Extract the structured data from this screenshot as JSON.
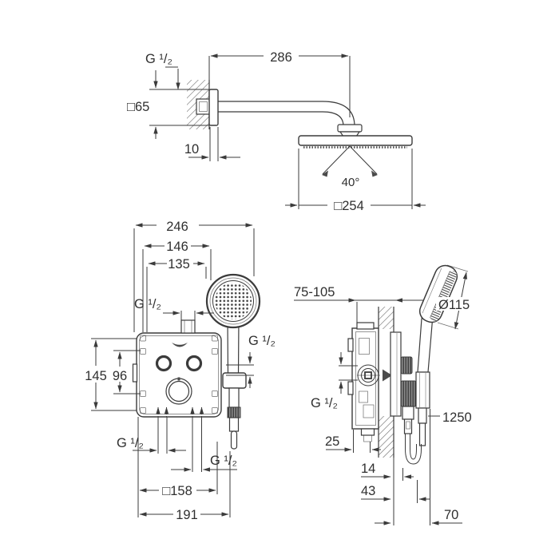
{
  "drawing": {
    "type": "shower-system-technical-dimension-drawing",
    "views": {
      "head_shower": {
        "thread": "G ¹/₂",
        "flange_size": "□65",
        "flange_depth": "10",
        "arm_reach": "286",
        "spray_angle": "40°",
        "head_size": "□254"
      },
      "valve_front": {
        "total_width": "246",
        "width_146": "146",
        "width_135": "135",
        "thread_top": "G ¹/₂",
        "height_145": "145",
        "height_96": "96",
        "thread_bottom_left": "G ¹/₂",
        "thread_bottom_right": "G ¹/₂",
        "rough_in_size": "□158",
        "bottom_width": "191"
      },
      "valve_side": {
        "install_depth": "75-105",
        "hand_shower_diameter": "Ø115",
        "thread": "G ¹/₂",
        "depth_25": "25",
        "hose_length": "1250",
        "depth_14": "14",
        "depth_43": "43",
        "depth_70": "70"
      }
    },
    "colors": {
      "line": "#3b3b3b",
      "text": "#2f2f2f",
      "background": "#ffffff",
      "dark_fill": "#4a4a4a"
    }
  }
}
